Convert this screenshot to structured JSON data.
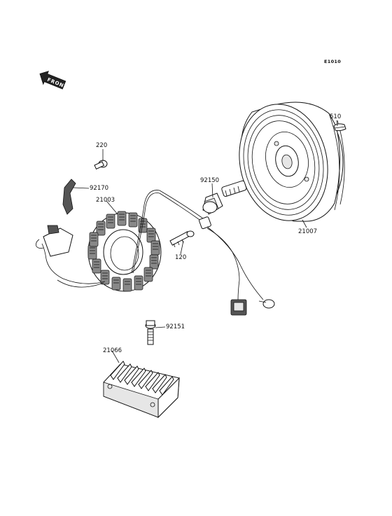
{
  "diagram": {
    "code": "E1010",
    "front_label": "FRONT",
    "parts": {
      "p510": "510",
      "p220": "220",
      "p92150": "92150",
      "p92170": "92170",
      "p21003": "21003",
      "p120": "120",
      "p21007": "21007",
      "p92151": "92151",
      "p21066": "21066"
    }
  }
}
